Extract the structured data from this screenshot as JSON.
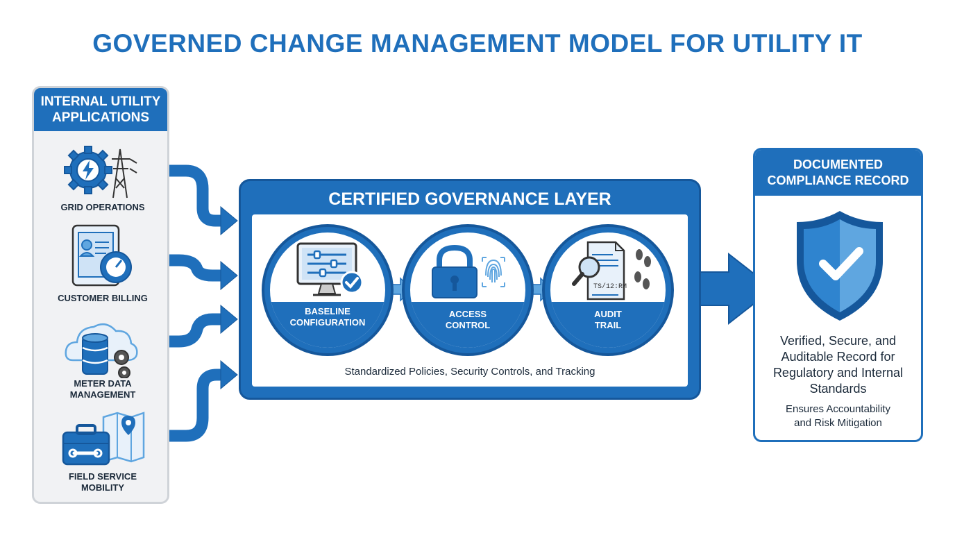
{
  "title": "GOVERNED CHANGE MANAGEMENT MODEL FOR UTILITY IT",
  "left_panel": {
    "heading": "INTERNAL UTILITY APPLICATIONS",
    "apps": [
      {
        "label": "GRID OPERATIONS",
        "icon": "gear-power-tower-icon"
      },
      {
        "label": "CUSTOMER BILLING",
        "icon": "tablet-meter-icon"
      },
      {
        "label": "METER DATA MANAGEMENT",
        "icon": "cloud-database-icon"
      },
      {
        "label": "FIELD SERVICE MOBILITY",
        "icon": "toolbox-map-icon"
      }
    ]
  },
  "governance": {
    "title": "CERTIFIED GOVERNANCE LAYER",
    "steps": [
      {
        "label": "BASELINE CONFIGURATION",
        "icon": "monitor-settings-check-icon"
      },
      {
        "label": "ACCESS CONTROL",
        "icon": "padlock-fingerprint-icon"
      },
      {
        "label": "AUDIT TRAIL",
        "icon": "document-magnifier-footprints-icon",
        "doc_text": "TS/12:RM"
      }
    ],
    "caption": "Standardized Policies, Security Controls, and Tracking"
  },
  "record": {
    "heading": "DOCUMENTED COMPLIANCE RECORD",
    "icon": "shield-check-icon",
    "main_text": "Verified, Secure, and Auditable Record for Regulatory and Internal Standards",
    "sub_text": "Ensures Accountability and Risk Mitigation"
  },
  "colors": {
    "primary": "#1f6fbb",
    "dark": "#15579b",
    "light": "#5fa6e0",
    "panel": "#f1f2f4"
  }
}
